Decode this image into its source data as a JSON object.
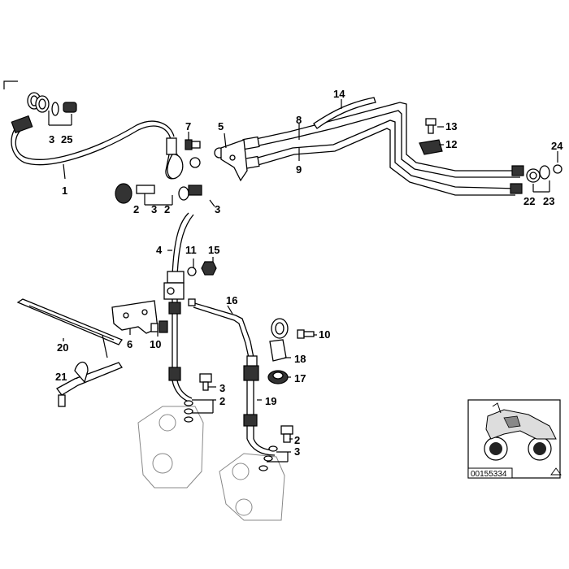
{
  "diagram": {
    "callouts": [
      "1",
      "2",
      "3",
      "4",
      "5",
      "6",
      "7",
      "8",
      "9",
      "10",
      "11",
      "12",
      "13",
      "14",
      "15",
      "16",
      "17",
      "18",
      "19",
      "20",
      "21",
      "22",
      "23",
      "24",
      "25"
    ],
    "extra_labels": {
      "l3a": "3",
      "l25": "25",
      "l1": "1",
      "l7": "7",
      "l5": "5",
      "l8": "8",
      "l9": "9",
      "l14": "14",
      "l13": "13",
      "l12": "12",
      "l24": "24",
      "l22": "22",
      "l23": "23",
      "l2a": "2",
      "l3b": "3",
      "l2b": "2",
      "l3c": "3",
      "l4": "4",
      "l11": "11",
      "l15": "15",
      "l16": "16",
      "l6": "6",
      "l10a": "10",
      "l20": "20",
      "l10b": "10",
      "l18": "18",
      "l17": "17",
      "l21": "21",
      "l3d": "3",
      "l2c": "2",
      "l19": "19",
      "l2d": "2",
      "l3e": "3"
    }
  },
  "thumbnail": {
    "code": "00155334",
    "icon": "warning-triangle-icon"
  }
}
